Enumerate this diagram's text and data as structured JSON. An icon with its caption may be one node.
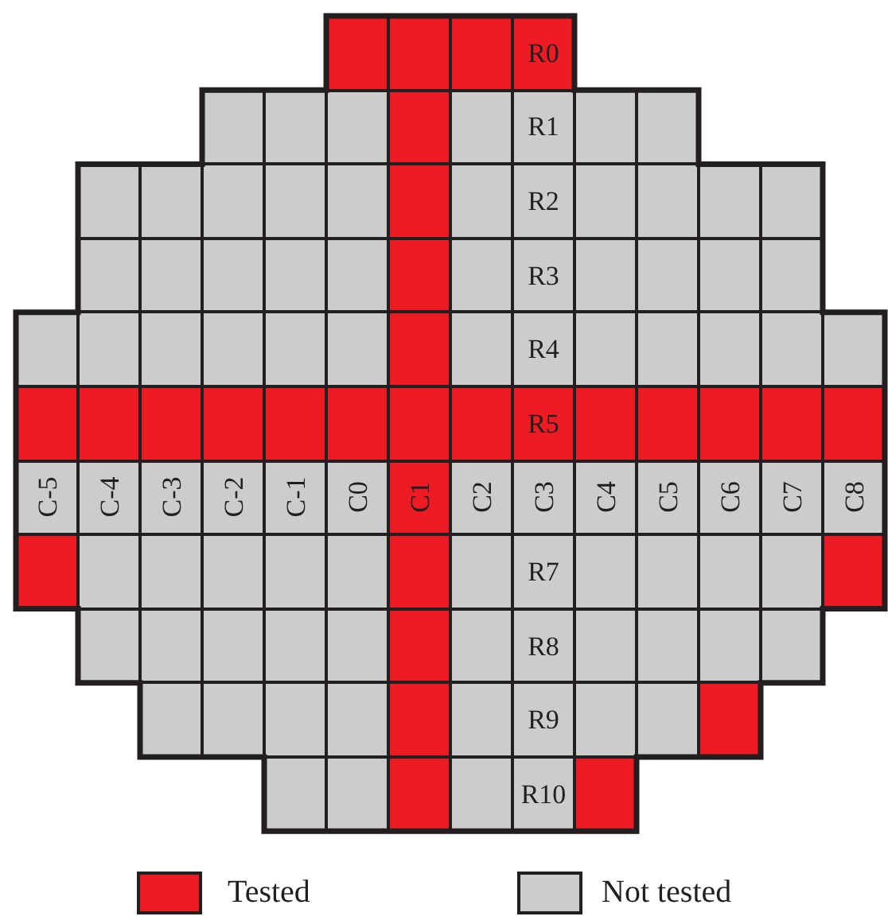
{
  "diagram": {
    "nodes": [
      {
        "text": [],
        "shape": "box"
      },
      {
        "text": [],
        "shape": "box"
      },
      {
        "text": [],
        "shape": "box"
      },
      {
        "text": [
          "R0"
        ]
      },
      {
        "text": [],
        "shape": "box"
      },
      {
        "text": [],
        "shape": "box"
      },
      {
        "text": [],
        "shape": "box"
      },
      {
        "text": [],
        "shape": "box"
      },
      {
        "text": [],
        "shape": "box"
      },
      {
        "text": [
          "R1"
        ]
      },
      {
        "text": [],
        "shape": "box"
      },
      {
        "text": [],
        "shape": "box"
      },
      {
        "text": [],
        "shape": "box"
      },
      {
        "text": [],
        "shape": "box"
      },
      {
        "text": [],
        "shape": "box"
      },
      {
        "text": [],
        "shape": "box"
      },
      {
        "text": [],
        "shape": "box"
      },
      {
        "text": [],
        "shape": "box"
      },
      {
        "text": [],
        "shape": "box"
      },
      {
        "text": [
          "R2"
        ]
      },
      {
        "text": [],
        "shape": "box"
      },
      {
        "text": [],
        "shape": "box"
      },
      {
        "text": [],
        "shape": "box"
      },
      {
        "text": [],
        "shape": "box"
      },
      {
        "text": [],
        "shape": "box"
      },
      {
        "text": [],
        "shape": "box"
      },
      {
        "text": [],
        "shape": "box"
      },
      {
        "text": [],
        "shape": "box"
      },
      {
        "text": [],
        "shape": "box"
      },
      {
        "text": [],
        "shape": "box"
      },
      {
        "text": [],
        "shape": "box"
      },
      {
        "text": [
          "R3"
        ]
      },
      {
        "text": [],
        "shape": "box"
      },
      {
        "text": [],
        "shape": "box"
      },
      {
        "text": [],
        "shape": "box"
      },
      {
        "text": [],
        "shape": "box"
      },
      {
        "text": [],
        "shape": "box"
      },
      {
        "text": [],
        "shape": "box"
      },
      {
        "text": [],
        "shape": "box"
      },
      {
        "text": [],
        "shape": "box"
      },
      {
        "text": [],
        "shape": "box"
      },
      {
        "text": [],
        "shape": "box"
      },
      {
        "text": [],
        "shape": "box"
      },
      {
        "text": [],
        "shape": "box"
      },
      {
        "text": [
          "R4"
        ]
      },
      {
        "text": [],
        "shape": "box"
      },
      {
        "text": [],
        "shape": "box"
      },
      {
        "text": [],
        "shape": "box"
      },
      {
        "text": [],
        "shape": "box"
      },
      {
        "text": [],
        "shape": "box"
      },
      {
        "text": [],
        "shape": "box"
      },
      {
        "text": [],
        "shape": "box"
      },
      {
        "text": [],
        "shape": "box"
      },
      {
        "text": [],
        "shape": "box"
      },
      {
        "text": [],
        "shape": "box"
      },
      {
        "text": [],
        "shape": "box"
      },
      {
        "text": [],
        "shape": "box"
      },
      {
        "text": [],
        "shape": "box"
      },
      {
        "text": [
          "R5"
        ]
      },
      {
        "text": [],
        "shape": "box"
      },
      {
        "text": [],
        "shape": "box"
      },
      {
        "text": [],
        "shape": "box"
      },
      {
        "text": [],
        "shape": "box"
      },
      {
        "text": [],
        "shape": "box"
      },
      {
        "text": [
          "C-5"
        ]
      },
      {
        "text": [
          "C-4"
        ]
      },
      {
        "text": [
          "C-3"
        ]
      },
      {
        "text": [
          "C-2"
        ]
      },
      {
        "text": [
          "C-1"
        ]
      },
      {
        "text": [
          "C0"
        ]
      },
      {
        "text": [
          "C1"
        ]
      },
      {
        "text": [
          "C2"
        ]
      },
      {
        "text": [
          "C3"
        ]
      },
      {
        "text": [
          "C4"
        ]
      },
      {
        "text": [
          "C5"
        ]
      },
      {
        "text": [
          "C6"
        ]
      },
      {
        "text": [
          "C7"
        ]
      },
      {
        "text": [
          "C8"
        ]
      },
      {
        "text": [],
        "shape": "box"
      },
      {
        "text": [],
        "shape": "box"
      },
      {
        "text": [],
        "shape": "box"
      },
      {
        "text": [],
        "shape": "box"
      },
      {
        "text": [],
        "shape": "box"
      },
      {
        "text": [],
        "shape": "box"
      },
      {
        "text": [],
        "shape": "box"
      },
      {
        "text": [],
        "shape": "box"
      },
      {
        "text": [
          "R7"
        ]
      },
      {
        "text": [],
        "shape": "box"
      },
      {
        "text": [],
        "shape": "box"
      },
      {
        "text": [],
        "shape": "box"
      },
      {
        "text": [],
        "shape": "box"
      },
      {
        "text": [],
        "shape": "box"
      },
      {
        "text": [],
        "shape": "box"
      },
      {
        "text": [],
        "shape": "box"
      },
      {
        "text": [],
        "shape": "box"
      },
      {
        "text": [],
        "shape": "box"
      },
      {
        "text": [],
        "shape": "box"
      },
      {
        "text": [],
        "shape": "box"
      },
      {
        "text": [],
        "shape": "box"
      },
      {
        "text": [
          "R8"
        ]
      },
      {
        "text": [],
        "shape": "box"
      },
      {
        "text": [],
        "shape": "box"
      },
      {
        "text": [],
        "shape": "box"
      },
      {
        "text": [],
        "shape": "box"
      },
      {
        "text": [],
        "shape": "box"
      },
      {
        "text": [],
        "shape": "box"
      },
      {
        "text": [],
        "shape": "box"
      },
      {
        "text": [],
        "shape": "box"
      },
      {
        "text": [],
        "shape": "box"
      },
      {
        "text": [],
        "shape": "box"
      },
      {
        "text": [
          "R9"
        ]
      },
      {
        "text": [],
        "shape": "box"
      },
      {
        "text": [],
        "shape": "box"
      },
      {
        "text": [],
        "shape": "box"
      },
      {
        "text": [],
        "shape": "box"
      },
      {
        "text": [],
        "shape": "box"
      },
      {
        "text": [],
        "shape": "box"
      },
      {
        "text": [],
        "shape": "box"
      },
      {
        "text": [
          "R10"
        ]
      },
      {
        "text": [],
        "shape": "box"
      }
    ],
    "legend": [
      {
        "text": "Tested",
        "color": "#ed1c24"
      },
      {
        "text": "Not tested",
        "color": "#cccccc"
      }
    ]
  }
}
